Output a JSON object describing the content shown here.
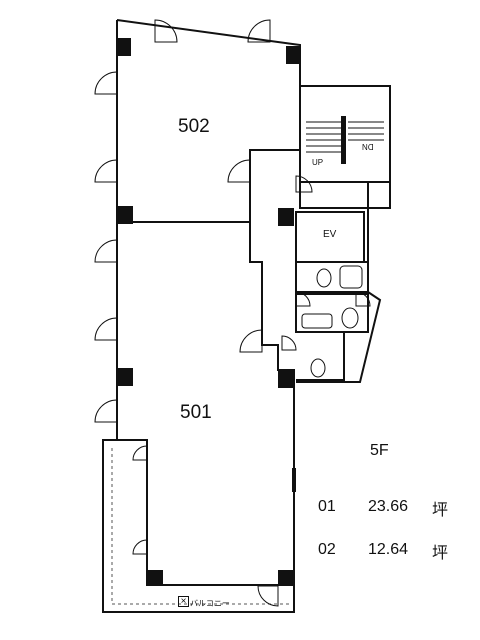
{
  "floor_label": "5F",
  "rooms": {
    "r502": "502",
    "r501": "501",
    "ev": "EV",
    "up": "UP",
    "dn": "DN",
    "balcony": "バルコニー"
  },
  "units": [
    {
      "id": "01",
      "area": "23.66",
      "unit": "坪"
    },
    {
      "id": "02",
      "area": "12.64",
      "unit": "坪"
    }
  ]
}
